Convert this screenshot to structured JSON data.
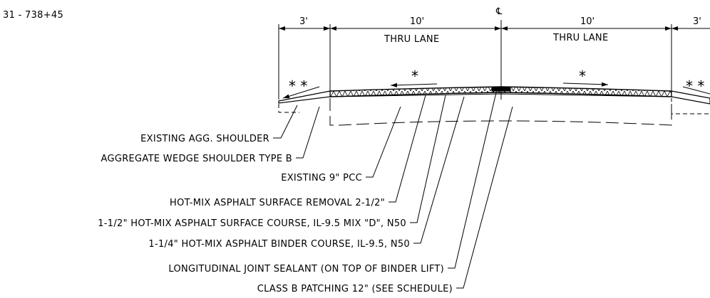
{
  "station": "31 - 738+45",
  "centerline_symbol": "℄",
  "dimensions": {
    "left_shoulder": "3'",
    "left_lane": "10'",
    "right_lane": "10'",
    "right_shoulder": "3'"
  },
  "lanes": {
    "left": "THRU LANE",
    "right": "THRU LANE"
  },
  "marks": {
    "left_shoulder": "* *",
    "left_lane": "*",
    "right_lane": "*",
    "right_shoulder": "* *"
  },
  "callouts": [
    "EXISTING AGG. SHOULDER",
    "AGGREGATE WEDGE SHOULDER TYPE B",
    "EXISTING 9\" PCC",
    "HOT-MIX ASPHALT SURFACE REMOVAL 2-1/2\"",
    "1-1/2\" HOT-MIX ASPHALT SURFACE COURSE, IL-9.5 MIX \"D\", N50",
    "1-1/4\" HOT-MIX ASPHALT BINDER COURSE, IL-9.5, N50",
    "LONGITUDINAL JOINT SEALANT (ON TOP OF BINDER LIFT)",
    "CLASS B PATCHING 12\" (SEE SCHEDULE)"
  ]
}
